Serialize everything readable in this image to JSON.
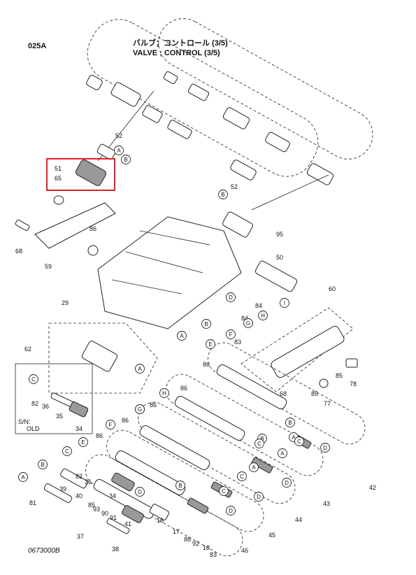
{
  "header": {
    "code": "025A",
    "title_jp": "バルブ；コントロール (3/5)",
    "title_en": "VALVE ; CONTROL (3/5)"
  },
  "footer": {
    "drawing_number": "0673000B"
  },
  "highlight": {
    "color": "#e02020",
    "parts": [
      "51",
      "65"
    ]
  },
  "part_numbers": [
    "16",
    "17",
    "18",
    "29",
    "34",
    "35",
    "36",
    "37",
    "38",
    "39",
    "40",
    "41",
    "42",
    "43",
    "44",
    "45",
    "46",
    "50",
    "51",
    "52",
    "59",
    "60",
    "62",
    "65",
    "68",
    "77",
    "78",
    "81",
    "82",
    "83",
    "84",
    "85",
    "86",
    "88",
    "90",
    "91",
    "92",
    "93",
    "95"
  ],
  "circle_letters": [
    "A",
    "B",
    "C",
    "D",
    "E",
    "F",
    "G",
    "H",
    "I"
  ],
  "note": {
    "line1": "S/N:",
    "line2": "OLD"
  }
}
